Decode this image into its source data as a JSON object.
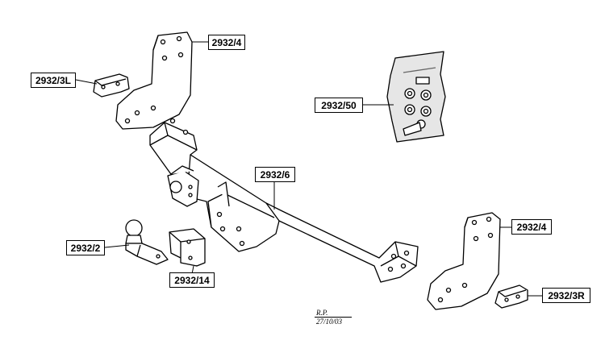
{
  "labels": {
    "bracket_top": "2932/4",
    "bracket_left": "2932/3L",
    "fixing_kit": "2932/50",
    "crossbar": "2932/6",
    "bracket_right": "2932/4",
    "ball": "2932/2",
    "spacer": "2932/14",
    "bracket_right_small": "2932/3R"
  },
  "stamp": {
    "initials": "R.P.",
    "date": "27/10/03"
  }
}
